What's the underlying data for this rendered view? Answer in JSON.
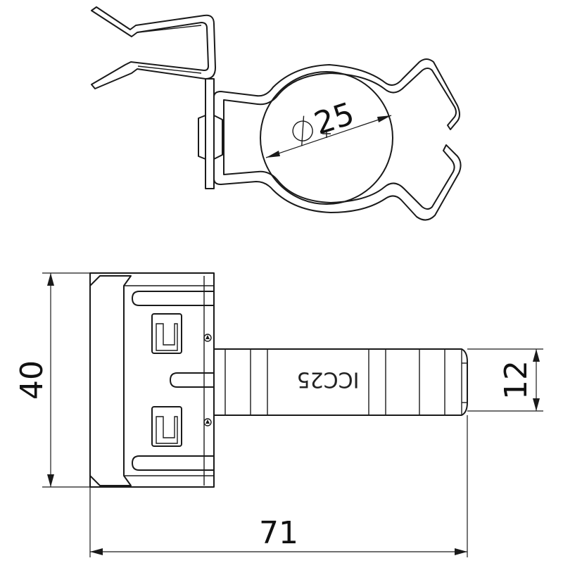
{
  "dimensions": {
    "diameter": "25",
    "height": "40",
    "width": "71",
    "boss_height": "12"
  },
  "part_marking": "ICC25",
  "colors": {
    "ink": "#1a1a1a",
    "background": "#ffffff"
  }
}
